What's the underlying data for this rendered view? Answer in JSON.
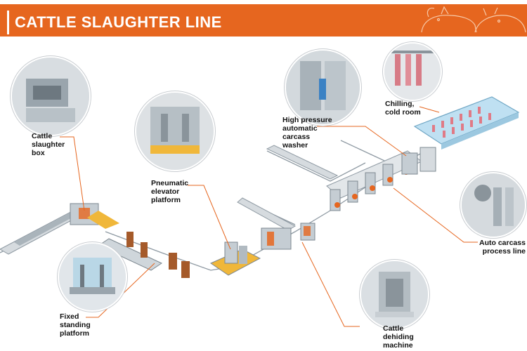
{
  "title": "CATTLE SLAUGHTER LINE",
  "colors": {
    "accent": "#e6661f",
    "leader": "#e6661f",
    "machine": "#b9c2c9",
    "platform": "#f0b73a"
  },
  "stations": [
    {
      "id": "slaughter-box",
      "lines": [
        "Cattle",
        "slaughter",
        "box"
      ]
    },
    {
      "id": "elevator",
      "lines": [
        "Pneumatic",
        "elevator",
        "platform"
      ]
    },
    {
      "id": "washer",
      "lines": [
        "High pressure",
        "automatic",
        "carcass",
        "washer"
      ]
    },
    {
      "id": "chilling",
      "lines": [
        "Chilling,",
        "cold room"
      ]
    },
    {
      "id": "auto-process",
      "lines": [
        "Auto carcass",
        "process line"
      ]
    },
    {
      "id": "fixed-platform",
      "lines": [
        "Fixed",
        "standing",
        "platform"
      ]
    },
    {
      "id": "dehiding",
      "lines": [
        "Cattle",
        "dehiding",
        "machine"
      ]
    }
  ]
}
